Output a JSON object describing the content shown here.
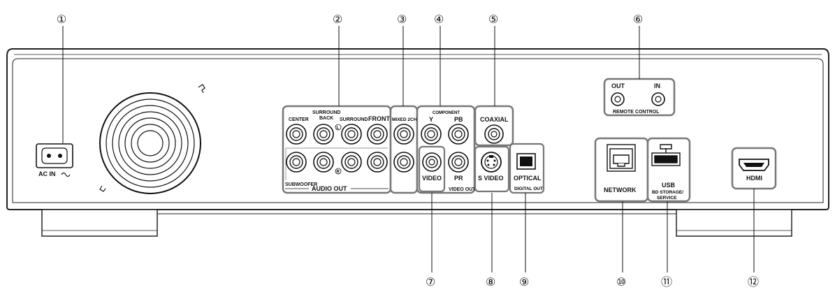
{
  "panel_labels": {
    "ac_in": "AC IN",
    "center": "CENTER",
    "surround_back": "SURROUND\nBACK",
    "surround": "SURROUND",
    "front": "FRONT",
    "subwoofer": "SUBWOOFER",
    "audio_out": "AUDIO OUT",
    "mixed_2ch": "MIXED 2CH",
    "component": "COMPONENT",
    "y": "Y",
    "pb": "PB",
    "pr": "PR",
    "video": "VIDEO",
    "video_out": "VIDEO OUT",
    "coaxial": "COAXIAL",
    "s_video": "S VIDEO",
    "optical": "OPTICAL",
    "digital_out": "DIGITAL OUT",
    "remote_out": "OUT",
    "remote_in": "IN",
    "remote_control": "REMOTE CONTROL",
    "network": "NETWORK",
    "usb": "USB",
    "bd_storage": "BD STORAGE/",
    "service": "SERVICE",
    "hdmi": "HDMI",
    "l_mark": "L",
    "r_mark": "R"
  },
  "callouts": [
    "①",
    "②",
    "③",
    "④",
    "⑤",
    "⑥",
    "⑦",
    "⑧",
    "⑨",
    "⑩",
    "⑪",
    "⑫"
  ]
}
